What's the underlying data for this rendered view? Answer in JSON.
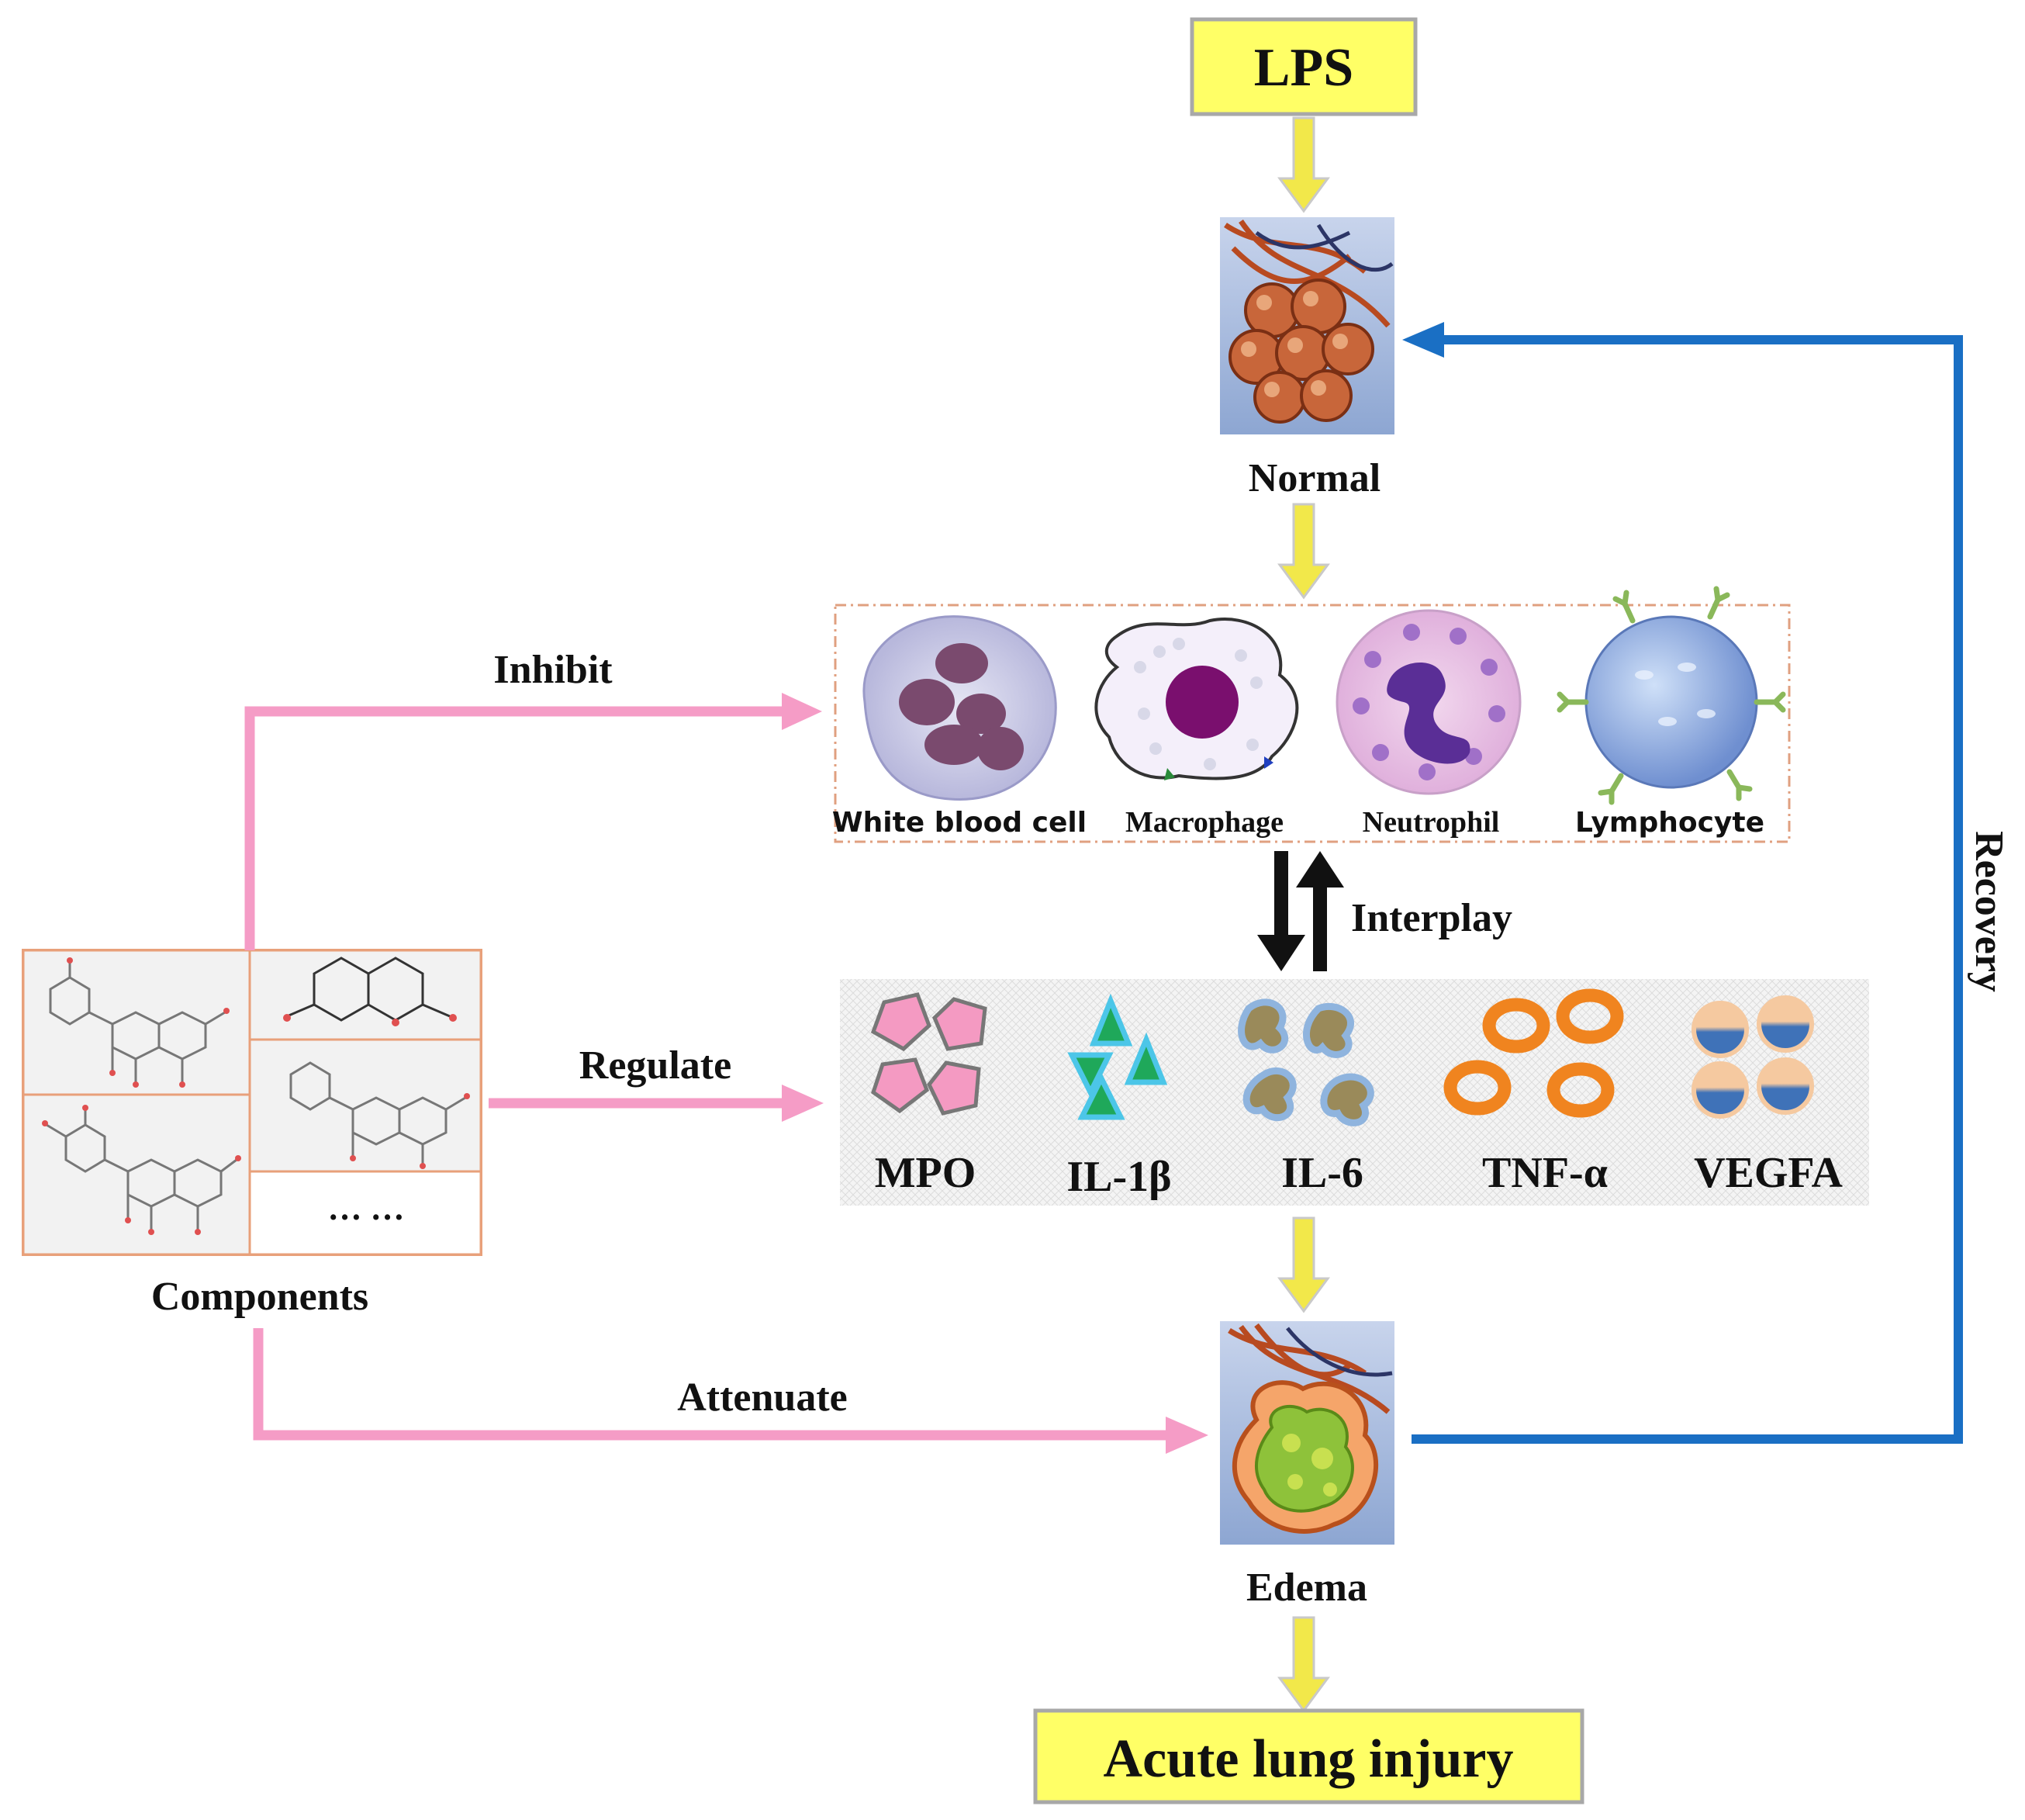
{
  "boxes": {
    "top": "LPS",
    "bottom": "Acute lung injury"
  },
  "stages": {
    "normal": "Normal",
    "edema": "Edema"
  },
  "cells": [
    {
      "label": "White blood cell",
      "icon": "white-blood-cell-icon"
    },
    {
      "label": "Macrophage",
      "icon": "macrophage-icon"
    },
    {
      "label": "Neutrophil",
      "icon": "neutrophil-icon"
    },
    {
      "label": "Lymphocyte",
      "icon": "lymphocyte-icon"
    }
  ],
  "cytokines": [
    {
      "label": "MPO",
      "icon": "mpo-pentagons-icon"
    },
    {
      "label": "IL-1β",
      "icon": "il1b-triangles-icon"
    },
    {
      "label": "IL-6",
      "icon": "il6-blobs-icon"
    },
    {
      "label": "TNF-α",
      "icon": "tnf-rings-icon"
    },
    {
      "label": "VEGFA",
      "icon": "vegfa-spheres-icon"
    }
  ],
  "components": {
    "label": "Components",
    "more": "… …"
  },
  "relations": {
    "inhibit": "Inhibit",
    "regulate": "Regulate",
    "attenuate": "Attenuate",
    "interplay": "Interplay",
    "recovery": "Recovery"
  },
  "colors": {
    "box_fill": "#ffff66",
    "flow_arrow": "#f2e84a",
    "pink_arrow": "#f59cc6",
    "blue_arrow": "#1a6fc4",
    "panel_border": "#e0a080"
  }
}
